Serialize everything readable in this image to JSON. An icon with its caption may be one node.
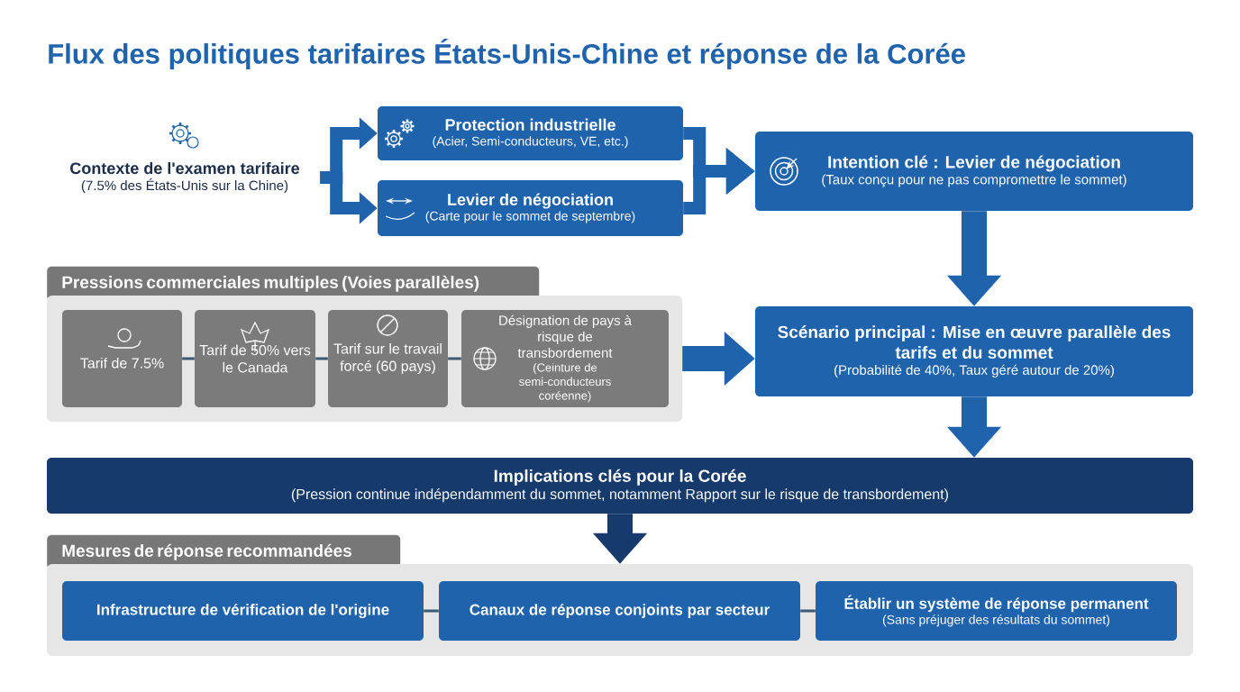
{
  "diagram": {
    "title": "Flux des politiques tarifaires États-Unis-Chine et réponse de la Corée",
    "nodes": [
      {
        "text": [
          "Contexte de l'examen tarifaire",
          "(7.5% des États-Unis sur la Chine)"
        ]
      },
      {
        "text": [
          "Protection industrielle",
          "(Acier, Semi-conducteurs, VE, etc.)"
        ]
      },
      {
        "text": [
          "Levier de négociation",
          "(Carte pour le sommet de septembre)"
        ]
      },
      {
        "text": [
          "Intention clé : Levier de négociation",
          "(Taux conçu pour ne pas compromettre le sommet)"
        ]
      },
      {
        "text": [
          "Pressions commerciales multiples (Voies parallèles)"
        ]
      },
      {
        "text": [
          "Tarif de 7.5%"
        ],
        "in": 4
      },
      {
        "text": [
          "Tarif de 50% vers le Canada"
        ],
        "in": 4
      },
      {
        "text": [
          "Tarif sur le travail forcé (60 pays)"
        ],
        "in": 4
      },
      {
        "text": [
          "Désignation de pays à risque de transbordement",
          "(Ceinture de semi-conducteurs coréenne)"
        ],
        "in": 4
      },
      {
        "text": [
          "Scénario principal : Mise en œuvre parallèle des tarifs et du sommet",
          "(Probabilité de 40%, Taux géré autour de 20%)"
        ]
      },
      {
        "text": [
          "Implications clés pour la Corée",
          "(Pression continue indépendamment du sommet, notamment Rapport sur le risque de transbordement)"
        ]
      },
      {
        "text": [
          "Mesures de réponse recommandées"
        ]
      },
      {
        "text": [
          "Infrastructure de vérification de l'origine"
        ],
        "in": 11
      },
      {
        "text": [
          "Canaux de réponse conjoints par secteur"
        ],
        "in": 11
      },
      {
        "text": [
          "Établir un système de réponse permanent",
          "(Sans préjuger des résultats du sommet)"
        ],
        "in": 11
      }
    ],
    "edges": [
      {
        "from": 0,
        "to": 1,
        "arrow": "to"
      },
      {
        "from": 0,
        "to": 2,
        "arrow": "to"
      },
      {
        "from": 1,
        "to": 3,
        "arrow": "to"
      },
      {
        "from": 2,
        "to": 3,
        "arrow": "to"
      },
      {
        "from": 3,
        "to": 9,
        "arrow": "to",
        "style": "thick"
      },
      {
        "from": 4,
        "to": 9,
        "arrow": "to",
        "style": "thick"
      },
      {
        "from": 9,
        "to": 10,
        "arrow": "to",
        "style": "thick"
      },
      {
        "from": 10,
        "to": 11,
        "arrow": "to",
        "style": "thick",
        "color": "#163a6c"
      },
      {
        "from": 5,
        "to": 6,
        "arrow": "none",
        "color": "#3d5a73"
      },
      {
        "from": 6,
        "to": 7,
        "arrow": "none",
        "color": "#3d5a73"
      },
      {
        "from": 7,
        "to": 8,
        "arrow": "none",
        "color": "#3d5a73"
      },
      {
        "from": 12,
        "to": 13,
        "arrow": "none",
        "color": "#3d5a73"
      },
      {
        "from": 13,
        "to": 14,
        "arrow": "none",
        "color": "#3d5a73"
      }
    ]
  }
}
